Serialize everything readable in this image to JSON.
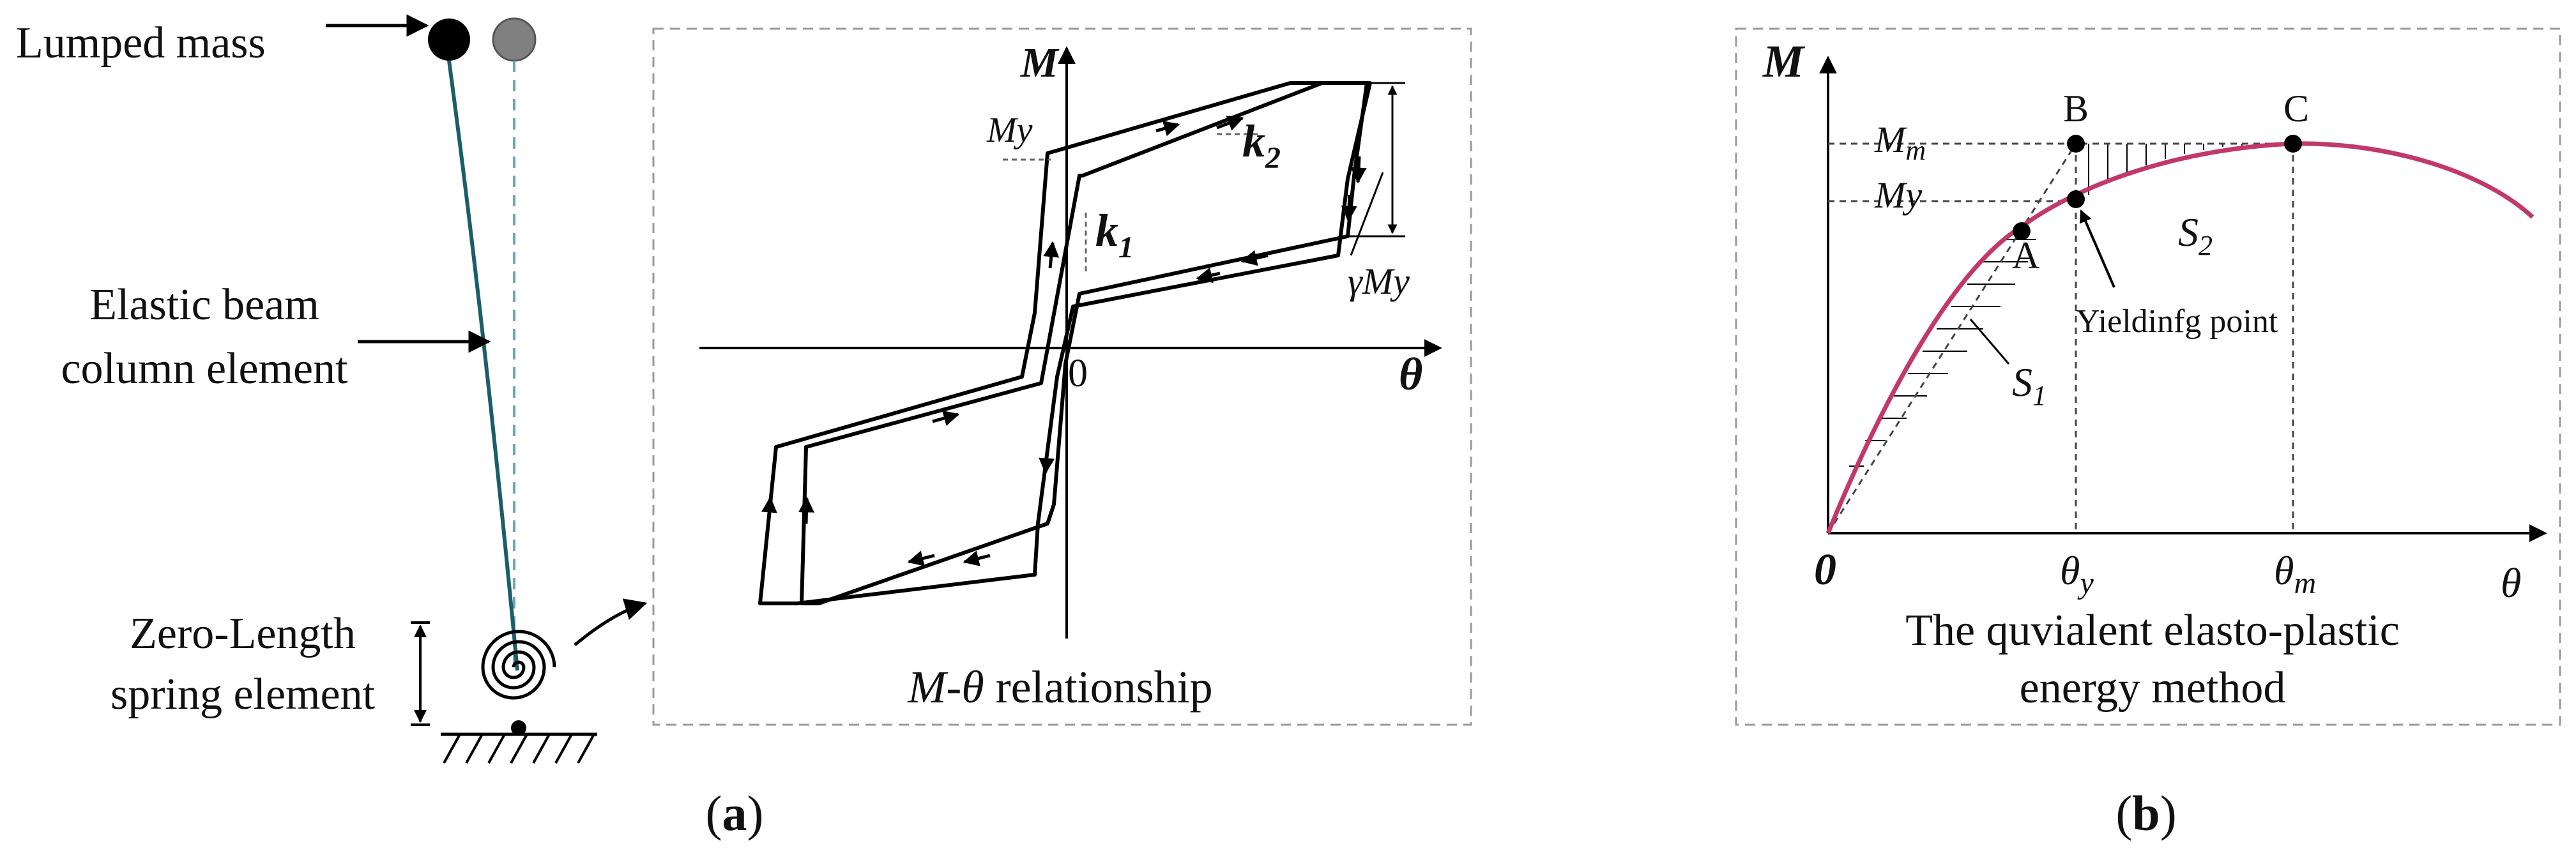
{
  "panel_a": {
    "lumped_mass_label": "Lumped mass",
    "beam_label_line1": "Elastic beam",
    "beam_label_line2": "column element",
    "spring_label_line1": "Zero-Length",
    "spring_label_line2": "spring element",
    "loop_axis_m": "M",
    "loop_axis_theta": "θ",
    "loop_origin": "0",
    "loop_my": "My",
    "loop_k1": "k",
    "loop_k1_sub": "1",
    "loop_k2": "k",
    "loop_k2_sub": "2",
    "loop_gamma_my": "γMy",
    "loop_caption_m": "M",
    "loop_caption_dash": "-",
    "loop_caption_theta": "θ",
    "loop_caption_rest": " relationship",
    "panel_label": "(a)",
    "panel_label_open": "(",
    "panel_label_letter": "a",
    "panel_label_close": ")"
  },
  "panel_b": {
    "axis_m": "M",
    "axis_theta": "θ",
    "origin": "0",
    "mm_label": "M",
    "mm_sub": "m",
    "my_label": "My",
    "point_a": "A",
    "point_b": "B",
    "point_c": "C",
    "s1": "S",
    "s1_sub": "1",
    "s2": "S",
    "s2_sub": "2",
    "theta_y": "θ",
    "theta_y_sub": "y",
    "theta_m": "θ",
    "theta_m_sub": "m",
    "yield_label": "Yieldinfg point",
    "caption_line1": "The quvialent elasto-plastic",
    "caption_line2": "energy method",
    "panel_label_open": "(",
    "panel_label_letter": "b",
    "panel_label_close": ")"
  },
  "colors": {
    "beam": "#1b5e6b",
    "beam_dashed": "#6aa8b5",
    "curve": "#c2386a",
    "mass_dark": "#000000",
    "mass_grey": "#808080",
    "frame": "#9a9a9a"
  }
}
